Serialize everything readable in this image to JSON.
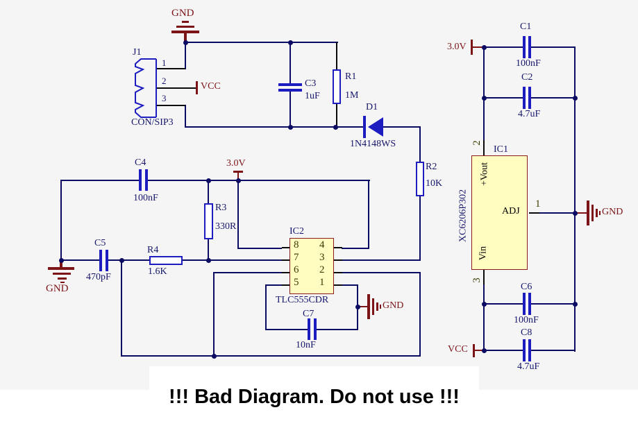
{
  "power": {
    "gnd": "GND",
    "vcc": "VCC",
    "rail_3v0": "3.0V"
  },
  "components": {
    "j1": {
      "ref": "J1",
      "type": "CON/SIP3",
      "pins": [
        "1",
        "2",
        "3"
      ]
    },
    "c1": {
      "ref": "C1",
      "value": "100nF"
    },
    "c2": {
      "ref": "C2",
      "value": "4.7uF"
    },
    "c3": {
      "ref": "C3",
      "value": "1uF"
    },
    "c4": {
      "ref": "C4",
      "value": "100nF"
    },
    "c5": {
      "ref": "C5",
      "value": "470pF"
    },
    "c6": {
      "ref": "C6",
      "value": "100nF"
    },
    "c7": {
      "ref": "C7",
      "value": "10nF"
    },
    "c8": {
      "ref": "C8",
      "value": "4.7uF"
    },
    "r1": {
      "ref": "R1",
      "value": "1M"
    },
    "r2": {
      "ref": "R2",
      "value": "10K"
    },
    "r3": {
      "ref": "R3",
      "value": "330R"
    },
    "r4": {
      "ref": "R4",
      "value": "1.6K"
    },
    "d1": {
      "ref": "D1",
      "value": "1N4148WS"
    },
    "ic1": {
      "ref": "IC1",
      "part": "XC6206P302",
      "pin_vout": "+Vout",
      "pin_adj": "ADJ",
      "pin_vin": "Vin",
      "num_top": "2",
      "num_right": "1",
      "num_bottom": "3"
    },
    "ic2": {
      "ref": "IC2",
      "part": "TLC555CDR",
      "left_pins": [
        "8",
        "7",
        "6",
        "5"
      ],
      "right_pins": [
        "4",
        "3",
        "2",
        "1"
      ]
    }
  },
  "warning": "!!! Bad Diagram. Do not use !!!",
  "colors": {
    "wire": "#0b0b63",
    "component_outline": "#1c1cc0",
    "ic_fill": "#fffdc0",
    "ic_border": "#8b1a1a",
    "power_maroon": "#7c1417",
    "label_navy": "#16166b",
    "pin_number": "#3c3c00",
    "background": "#f5f5f6",
    "warning_text": "#000000"
  }
}
